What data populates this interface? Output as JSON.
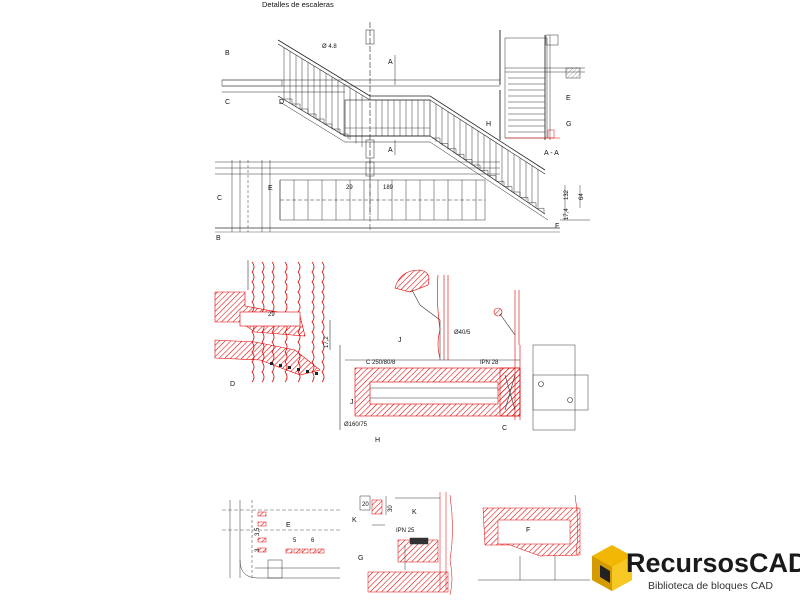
{
  "drawing": {
    "title": "Detalles de escaleras",
    "stair_view": {
      "letters": {
        "b_top": "B",
        "c_left": "C",
        "d": "D",
        "a_top": "A",
        "h": "H",
        "a_bottom": "A",
        "e": "E",
        "c_plan": "C",
        "b_plan": "B",
        "f": "F"
      },
      "dim_tube": "Ø 4.8",
      "dim_29": "29",
      "dim_189": "189",
      "dim_174": "17,4",
      "dim_132": "132",
      "dim_64": "64"
    },
    "section_aa": {
      "label": "A - A",
      "letter_e": "E",
      "letter_g": "G"
    },
    "detail_d": {
      "letter": "D",
      "dim_29": "29",
      "dim_172": "17,2"
    },
    "detail_j": {
      "letter": "J",
      "callout": "Ø40/5"
    },
    "detail_h": {
      "letter": "H",
      "callout_channel": "C 250/80/8",
      "callout_ipn": "IPN 28",
      "callout_tube": "Ø160/75",
      "letter_j": "J",
      "letter_c": "C"
    },
    "detail_e": {
      "letter": "E",
      "dim_a": "5",
      "dim_b": "6",
      "dim_c": "3",
      "dim_d": "3,5"
    },
    "detail_k": {
      "letter_k": "K",
      "letter_k2": "K",
      "letter_g": "G",
      "callout_ipn": "IPN 25",
      "dim_30": "30",
      "dim_20": "20"
    },
    "detail_f": {
      "letter": "F"
    }
  },
  "logo": {
    "brand_name": "RecursosCAD",
    "subtitle": "Biblioteca de bloques CAD",
    "colors": {
      "yellow": "#f2b705",
      "dark": "#222222",
      "red_hatch": "#e00000"
    }
  }
}
